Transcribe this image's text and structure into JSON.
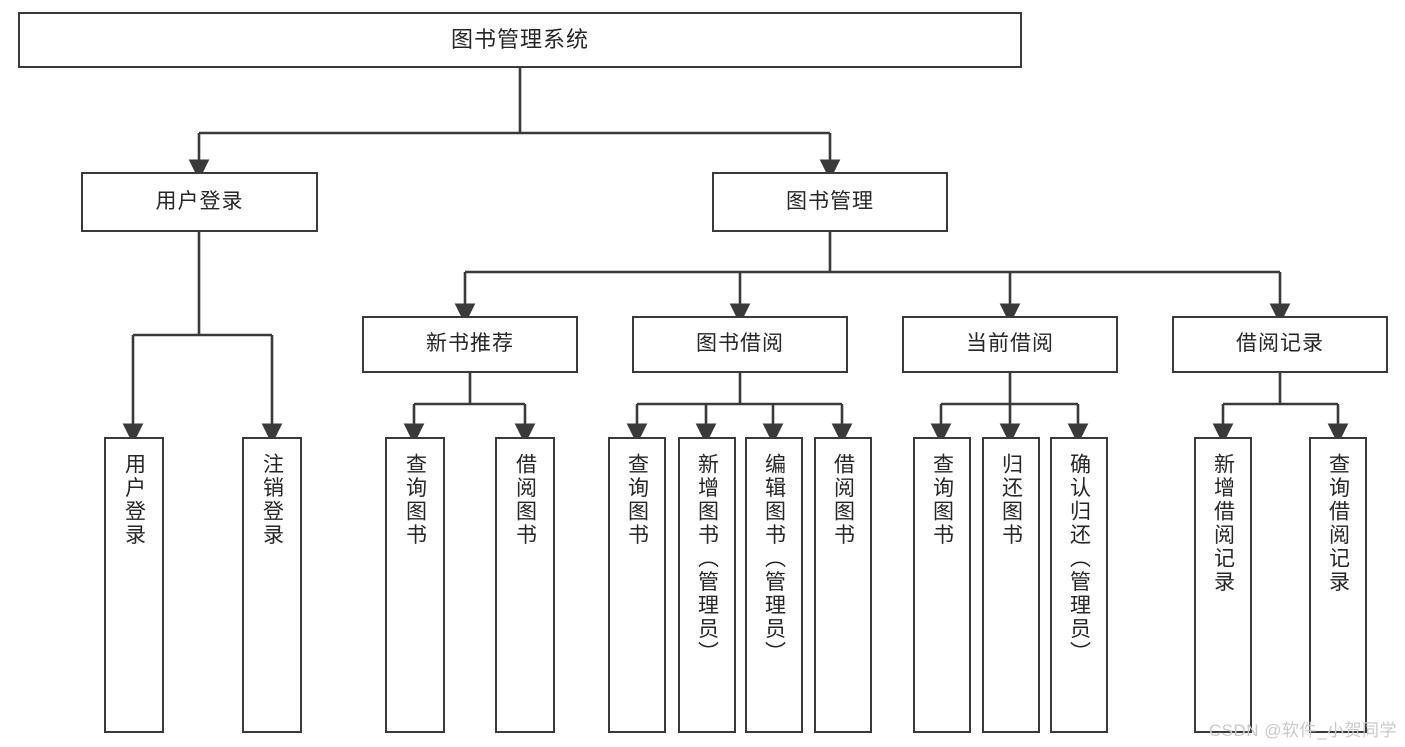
{
  "diagram": {
    "type": "tree-hierarchy-chart",
    "title": "图书管理系统",
    "stroke_color": "#3a3a3a",
    "text_color": "#262626",
    "background": "#ffffff",
    "root": {
      "label": "图书管理系统"
    },
    "level2": [
      {
        "label": "用户登录"
      },
      {
        "label": "图书管理"
      }
    ],
    "level3": [
      {
        "label": "新书推荐"
      },
      {
        "label": "图书借阅"
      },
      {
        "label": "当前借阅"
      },
      {
        "label": "借阅记录"
      }
    ],
    "leaves": {
      "user_login": [
        {
          "label": "用户登录"
        },
        {
          "label": "注销登录"
        }
      ],
      "new_book_recommend": [
        {
          "label": "查询图书"
        },
        {
          "label": "借阅图书"
        }
      ],
      "book_borrow": [
        {
          "label": "查询图书"
        },
        {
          "label": "新增图书（管理员）"
        },
        {
          "label": "编辑图书（管理员）"
        },
        {
          "label": "借阅图书"
        }
      ],
      "current_borrow": [
        {
          "label": "查询图书"
        },
        {
          "label": "归还图书"
        },
        {
          "label": "确认归还（管理员）"
        }
      ],
      "borrow_record": [
        {
          "label": "新增借阅记录"
        },
        {
          "label": "查询借阅记录"
        }
      ]
    }
  },
  "watermark": {
    "text": "CSDN @软件_小贺同学"
  }
}
